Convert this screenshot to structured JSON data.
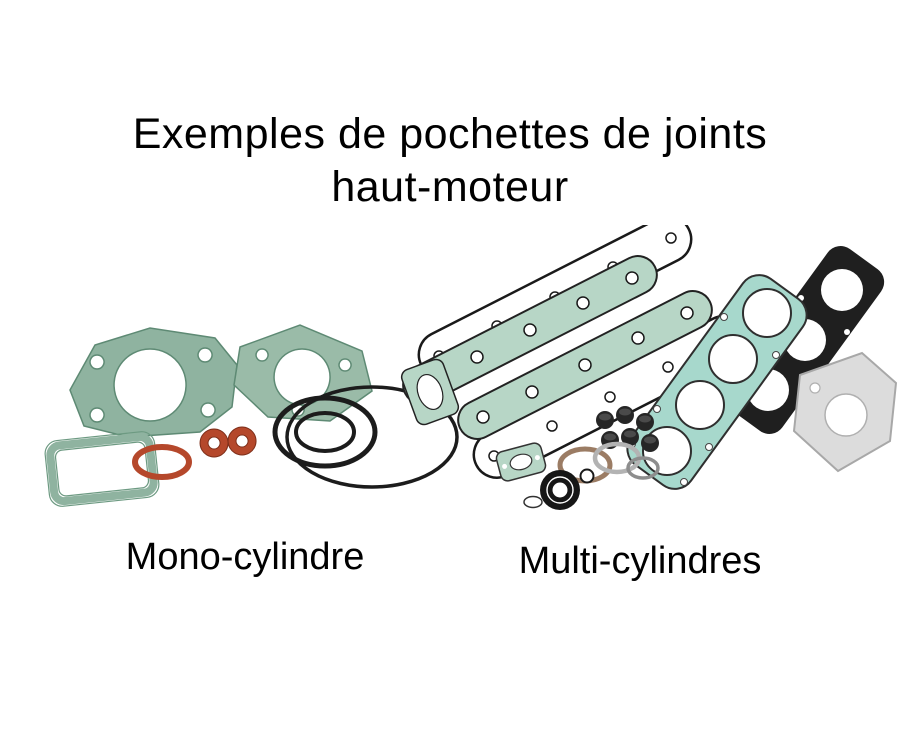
{
  "page": {
    "title": {
      "line1": "Exemples de pochettes de joints",
      "line2": "haut-moteur"
    },
    "captions": {
      "mono": "Mono-cylindre",
      "multi": "Multi-cylindres"
    },
    "colors": {
      "background": "#ffffff",
      "text": "#000000",
      "gasket_green": "#8fb3a0",
      "gasket_light_green": "#b7d6c6",
      "gasket_teal": "#a7d8cc",
      "copper": "#b5482b",
      "rubber_black": "#1c1c1c",
      "metal_gray": "#dcdcdc"
    }
  }
}
